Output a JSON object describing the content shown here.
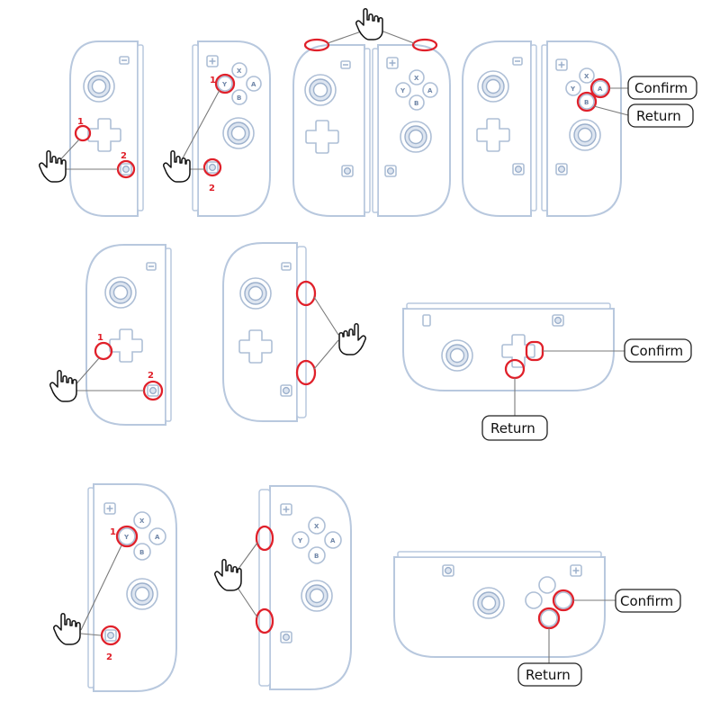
{
  "labels": {
    "confirm": "Confirm",
    "return": "Return",
    "step_1": "1",
    "step_2": "2"
  },
  "buttons": {
    "x": "X",
    "y": "Y",
    "a": "A",
    "b": "B"
  },
  "colors": {
    "controller_outline": "#b8c8de",
    "highlight": "#e0202a",
    "callout_border": "#222222"
  },
  "icons": {
    "hand": "pointing-hand-icon",
    "capture": "capture-button-icon",
    "home": "home-button-icon",
    "minus": "minus-button-icon",
    "plus": "plus-button-icon"
  }
}
